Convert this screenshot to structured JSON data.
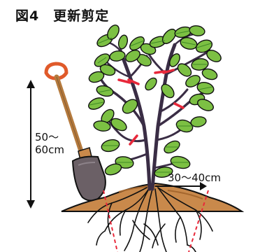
{
  "title": "図4　更新剪定",
  "height_label_line1": "50～",
  "height_label_line2": "60cm",
  "spread_label": "30～40cm",
  "colors": {
    "leaf": "#7cc043",
    "leaf_dark": "#3f8a25",
    "stem": "#3a2d45",
    "cut_mark": "#e8283a",
    "soil": "#c9894b",
    "soil_dark": "#a5672e",
    "root": "#8a5a36",
    "shovel_handle": "#e05a2a",
    "shovel_shaft": "#b57a3d",
    "shovel_blade": "#6b6066",
    "arrow": "#111111"
  },
  "icons": [
    "shovel-icon",
    "plant-icon",
    "cut-mark-icon",
    "root-zone-icon"
  ]
}
